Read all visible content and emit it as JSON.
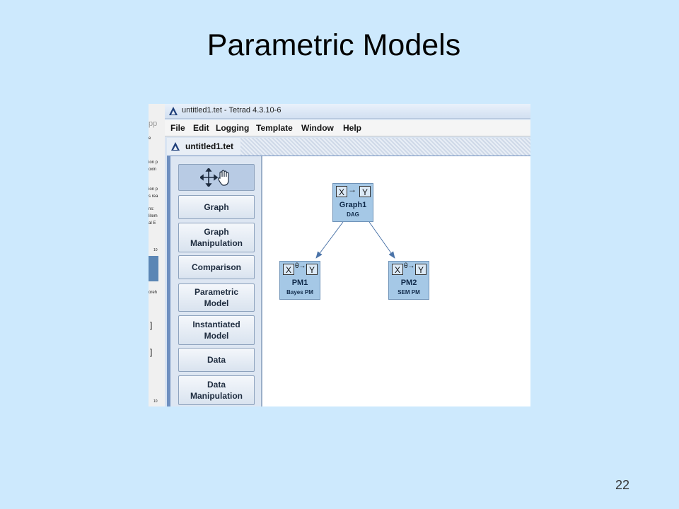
{
  "slide": {
    "title": "Parametric Models",
    "page_number": "22"
  },
  "window": {
    "title": "untitled1.tet - Tetrad 4.3.10-6",
    "menu": [
      "File",
      "Edit",
      "Logging",
      "Template",
      "Window",
      "Help"
    ],
    "document_title": "untitled1.tet"
  },
  "palette": {
    "buttons": [
      "Graph",
      "Graph\nManipulation",
      "Comparison",
      "Parametric\nModel",
      "Instantiated\nModel",
      "Data",
      "Data\nManipulation"
    ]
  },
  "nodes": [
    {
      "box1": "X",
      "box2": "Y",
      "name": "Graph1",
      "sub": "DAG",
      "arrow": "→"
    },
    {
      "box1": "X",
      "box2": "Y",
      "name": "PM1",
      "sub": "Bayes PM",
      "arrow": "θ→"
    },
    {
      "box1": "X",
      "box2": "Y",
      "name": "PM2",
      "sub": "SEM PM",
      "arrow": "θ→"
    }
  ],
  "background_window": {
    "fragments": [
      "pp",
      "e",
      "ion p",
      "oxin",
      "ion p",
      "s rea",
      "ns:",
      "litem",
      "al E",
      "10",
      "oreh",
      "]",
      "]",
      "10"
    ]
  }
}
